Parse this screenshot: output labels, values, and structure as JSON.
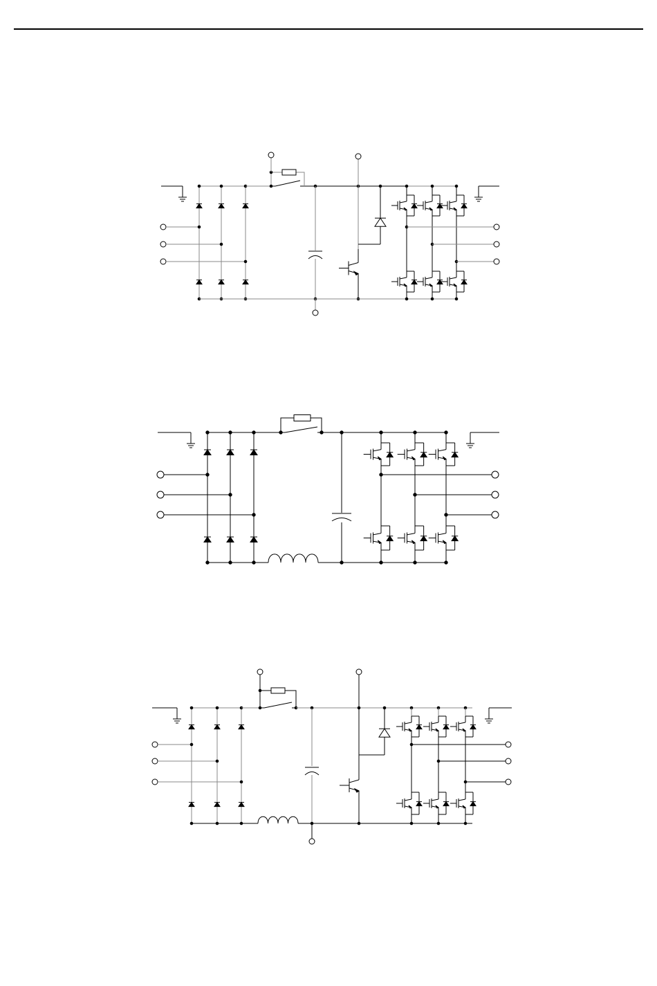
{
  "header": {
    "rule": true
  },
  "colors": {
    "line": "#000000",
    "grey": "#888888",
    "background": "#ffffff"
  },
  "diagrams": [
    {
      "id": "inverter-with-brake-chopper",
      "has_chopper": true,
      "has_choke": false,
      "has_bus_terminals": true
    },
    {
      "id": "inverter-with-dc-choke",
      "has_chopper": false,
      "has_choke": true,
      "has_bus_terminals": false
    },
    {
      "id": "inverter-with-choke-and-brake-chopper",
      "has_chopper": true,
      "has_choke": true,
      "has_bus_terminals": true
    }
  ]
}
